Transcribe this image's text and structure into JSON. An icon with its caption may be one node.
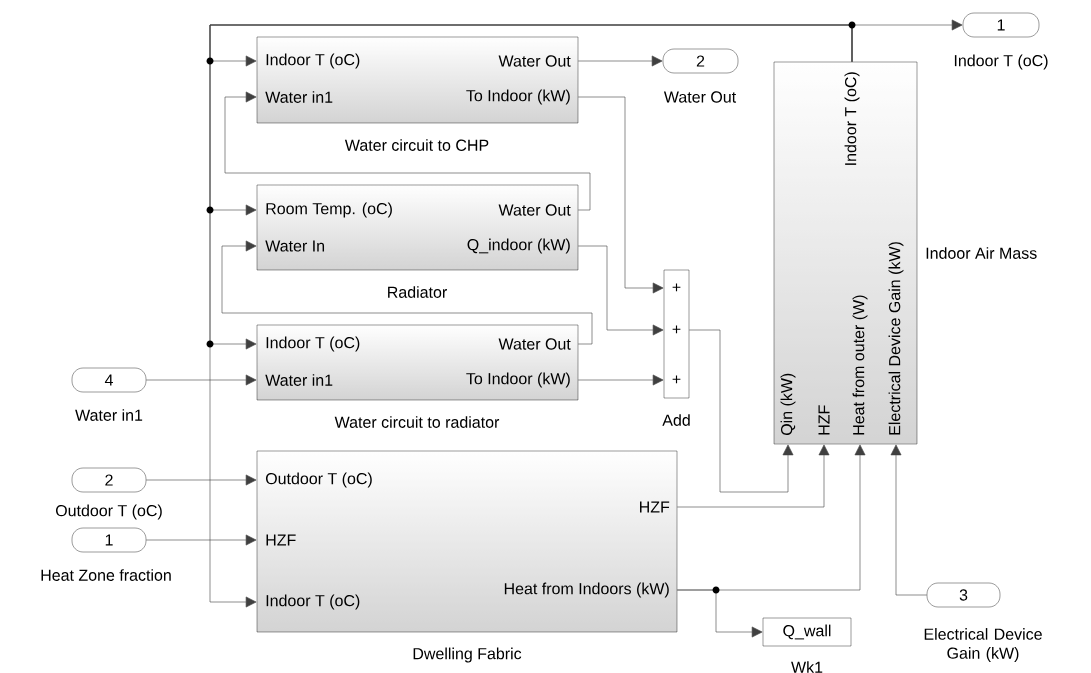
{
  "diagram": {
    "nodes": [
      {
        "text": [
          "Indoor T (oC)",
          "Water in1",
          "Water Out",
          "To Indoor (kW)"
        ],
        "beside": [
          "Water circuit to CHP"
        ]
      },
      {
        "text": [
          "Room Temp. (oC)",
          "Water In",
          "Water Out",
          "Q_indoor (kW)"
        ],
        "beside": [
          "Radiator"
        ]
      },
      {
        "text": [
          "Indoor T (oC)",
          "Water in1",
          "Water Out",
          "To Indoor (kW)"
        ],
        "beside": [
          "Water circuit to radiator"
        ]
      },
      {
        "text": [
          "+",
          "+",
          "+"
        ],
        "beside": [
          "Add"
        ]
      },
      {
        "text": [
          "Indoor T (oC)",
          "Qin (kW)",
          "HZF",
          "Heat from outer (W)",
          "Electrical Device Gain (kW)"
        ],
        "beside": [
          "Indoor Air Mass"
        ]
      },
      {
        "text": [
          "Outdoor T (oC)",
          "HZF",
          "Indoor T (oC)",
          "HZF",
          "Heat from Indoors (kW)"
        ],
        "beside": [
          "Dwelling Fabric"
        ]
      },
      {
        "text": [
          "1"
        ],
        "beside": [
          "Indoor T (oC)"
        ]
      },
      {
        "text": [
          "2"
        ],
        "beside": [
          "Water Out"
        ]
      },
      {
        "text": [
          "4"
        ],
        "beside": [
          "Water in1"
        ]
      },
      {
        "text": [
          "2"
        ],
        "beside": [
          "Outdoor T (oC)"
        ]
      },
      {
        "text": [
          "1"
        ],
        "beside": [
          "Heat Zone fraction"
        ]
      },
      {
        "text": [
          "3"
        ],
        "beside": [
          "Electrical Device Gain (kW)"
        ]
      },
      {
        "text": [
          "Q_wall"
        ],
        "beside": [
          "Wk1"
        ]
      }
    ],
    "edges": [
      {
        "from": 4,
        "to": 6,
        "arrow": "to"
      },
      {
        "from": 4,
        "to": 0,
        "arrow": "to"
      },
      {
        "from": 4,
        "to": 1,
        "arrow": "to"
      },
      {
        "from": 4,
        "to": 2,
        "arrow": "to"
      },
      {
        "from": 4,
        "to": 5,
        "arrow": "to"
      },
      {
        "from": 0,
        "to": 7,
        "arrow": "to"
      },
      {
        "from": 0,
        "to": 3,
        "arrow": "to"
      },
      {
        "from": 1,
        "to": 0,
        "arrow": "to"
      },
      {
        "from": 1,
        "to": 3,
        "arrow": "to"
      },
      {
        "from": 2,
        "to": 1,
        "arrow": "to"
      },
      {
        "from": 2,
        "to": 3,
        "arrow": "to"
      },
      {
        "from": 8,
        "to": 2,
        "arrow": "to"
      },
      {
        "from": 3,
        "to": 4,
        "arrow": "to"
      },
      {
        "from": 5,
        "to": 4,
        "arrow": "to"
      },
      {
        "from": 5,
        "to": 4,
        "arrow": "to"
      },
      {
        "from": 5,
        "to": 12,
        "arrow": "to"
      },
      {
        "from": 11,
        "to": 4,
        "arrow": "to"
      },
      {
        "from": 9,
        "to": 5,
        "arrow": "to"
      },
      {
        "from": 10,
        "to": 5,
        "arrow": "to"
      }
    ]
  }
}
